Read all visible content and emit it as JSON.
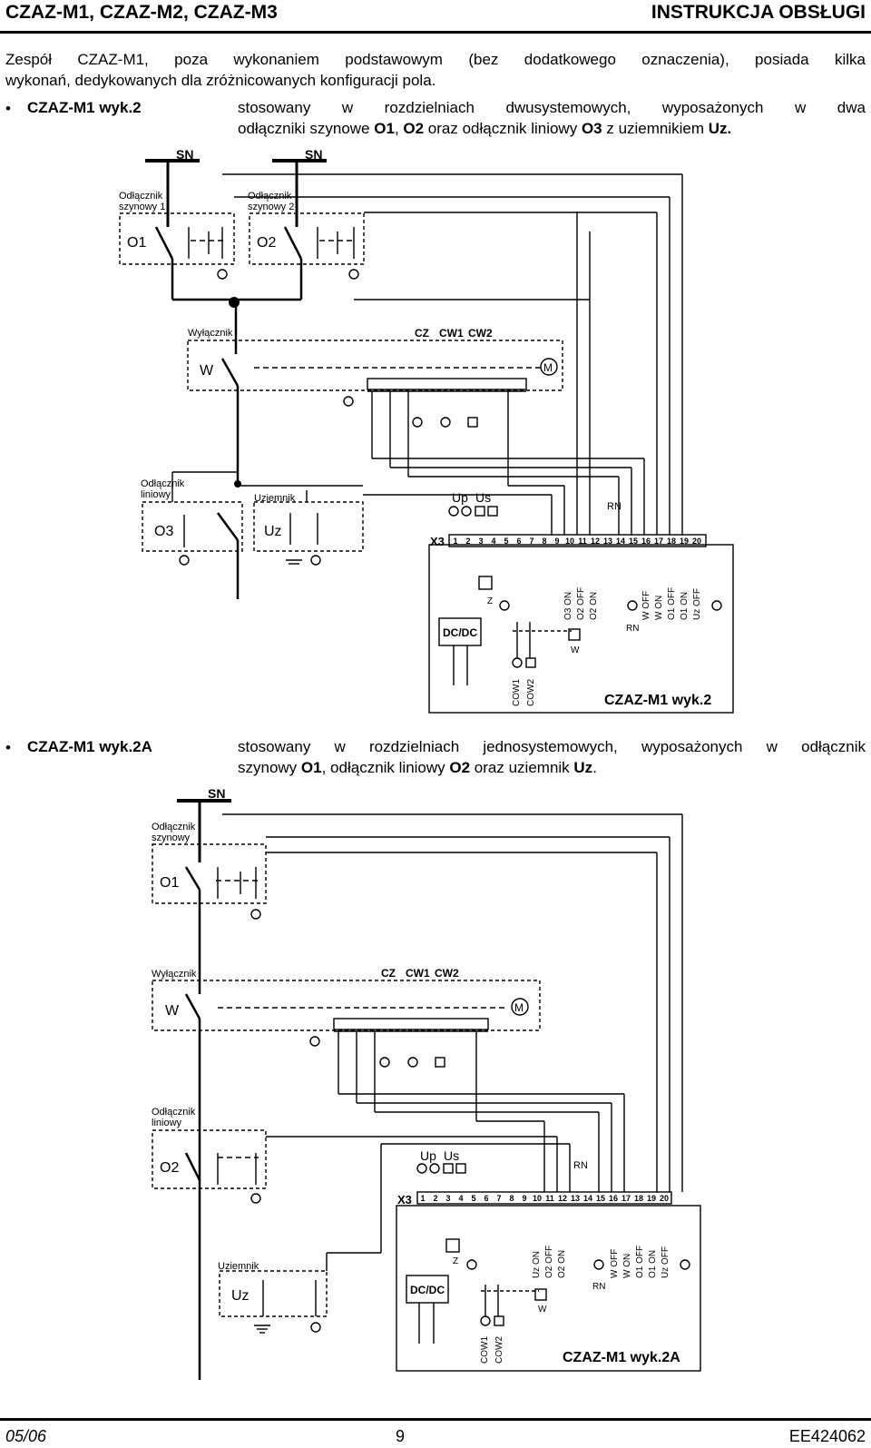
{
  "header": {
    "left": "CZAZ-M1, CZAZ-M2, CZAZ-M3",
    "right": "INSTRUKCJA OBSŁUGI"
  },
  "intro": {
    "line1": "Zespół CZAZ-M1, poza wykonaniem podstawowym (bez dodatkowego oznaczenia), posiada kilka",
    "line2": "wykonań, dedykowanych dla zróżnicowanych konfiguracji pola."
  },
  "section1": {
    "name": "CZAZ-M1 wyk.2",
    "desc_line1": "stosowany w rozdzielniach dwusystemowych, wyposażonych w dwa",
    "desc_line2_a": "odłączniki szynowe ",
    "desc_line2_b": "O1",
    "desc_line2_c": ", ",
    "desc_line2_d": "O2",
    "desc_line2_e": " oraz odłącznik liniowy ",
    "desc_line2_f": "O3",
    "desc_line2_g": " z uziemnikiem ",
    "desc_line2_h": "Uz."
  },
  "section2": {
    "name": "CZAZ-M1 wyk.2A",
    "desc_line1": "stosowany w rozdzielniach jednosystemowych, wyposażonych w  odłącznik",
    "desc_line2_a": "szynowy ",
    "desc_line2_b": "O1",
    "desc_line2_c": ", odłącznik liniowy ",
    "desc_line2_d": "O2",
    "desc_line2_e": " oraz uziemnik ",
    "desc_line2_f": "Uz",
    "desc_line2_g": "."
  },
  "diagram1": {
    "sn": "SN",
    "odl1_l1": "Odłącznik",
    "odl1_l2": "szynowy 1",
    "o1": "O1",
    "odl2_l1": "Odłącznik",
    "odl2_l2": "szynowy 2",
    "o2": "O2",
    "wyl": "Wyłącznik",
    "w": "W",
    "cz": "CZ",
    "cw1": "CW1",
    "cw2": "CW2",
    "m": "M",
    "odl_lin_l1": "Odłącznik",
    "odl_lin_l2": "liniowy",
    "o3": "O3",
    "uziemnik": "Uziemnik",
    "uz": "Uz",
    "up": "Up",
    "us": "Us",
    "rn": "RN",
    "x3": "X3",
    "terminals": [
      "1",
      "2",
      "3",
      "4",
      "5",
      "6",
      "7",
      "8",
      "9",
      "10",
      "11",
      "12",
      "13",
      "14",
      "15",
      "16",
      "17",
      "18",
      "19",
      "20"
    ],
    "outs": [
      "O3 ON",
      "O2 OFF",
      "O2 ON"
    ],
    "outs2": [
      "W OFF",
      "W ON",
      "O1 OFF",
      "O1 ON",
      "Uz OFF"
    ],
    "z": "Z",
    "dcdc": "DC/DC",
    "w_small": "W",
    "rn2": "RN",
    "cow1": "COW1",
    "cow2": "COW2",
    "caption": "CZAZ-M1 wyk.2"
  },
  "diagram2": {
    "sn": "SN",
    "odl1_l1": "Odłącznik",
    "odl1_l2": "szynowy",
    "o1": "O1",
    "wyl": "Wyłącznik",
    "w": "W",
    "cz": "CZ",
    "cw1": "CW1",
    "cw2": "CW2",
    "m": "M",
    "odl_lin_l1": "Odłącznik",
    "odl_lin_l2": "liniowy",
    "o2": "O2",
    "uziemnik": "Uziemnik",
    "uz": "Uz",
    "up": "Up",
    "us": "Us",
    "rn": "RN",
    "x3": "X3",
    "terminals": [
      "1",
      "2",
      "3",
      "4",
      "5",
      "6",
      "7",
      "8",
      "9",
      "10",
      "11",
      "12",
      "13",
      "14",
      "15",
      "16",
      "17",
      "18",
      "19",
      "20"
    ],
    "outs": [
      "Uz ON",
      "O2 OFF",
      "O2 ON"
    ],
    "outs2": [
      "W OFF",
      "W ON",
      "O1 OFF",
      "O1 ON",
      "Uz OFF"
    ],
    "z": "Z",
    "dcdc": "DC/DC",
    "w_small": "W",
    "rn2": "RN",
    "cow1": "COW1",
    "cow2": "COW2",
    "caption": "CZAZ-M1 wyk.2A"
  },
  "footer": {
    "left": "05/06",
    "center": "9",
    "right": "EE424062"
  }
}
